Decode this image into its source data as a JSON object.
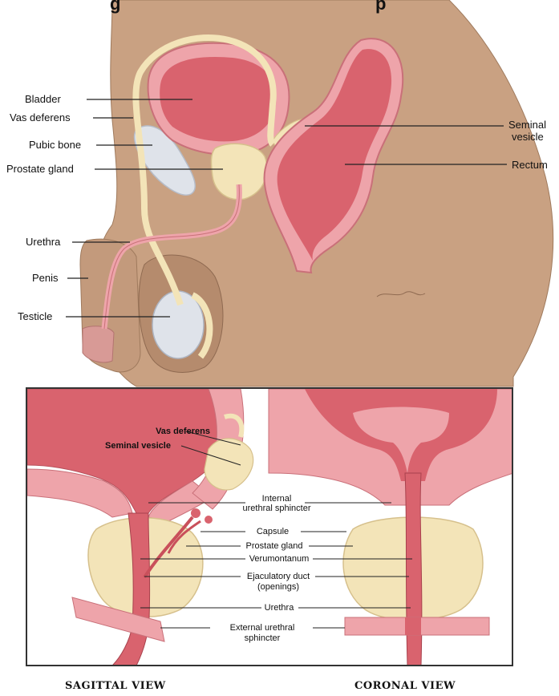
{
  "title_fragment": "g",
  "title_fragment_right": "p",
  "top_labels": {
    "bladder": "Bladder",
    "vas_deferens": "Vas deferens",
    "pubic_bone": "Pubic bone",
    "prostate_gland": "Prostate gland",
    "urethra": "Urethra",
    "penis": "Penis",
    "testicle": "Testicle",
    "seminal_vesicle_line1": "Seminal",
    "seminal_vesicle_line2": "vesicle",
    "rectum": "Rectum"
  },
  "inset_labels": {
    "vas_deferens": "Vas deferens",
    "seminal_vesicle": "Seminal vesicle",
    "internal_sphincter_line1": "Internal",
    "internal_sphincter_line2": "urethral sphincter",
    "capsule": "Capsule",
    "prostate_gland": "Prostate gland",
    "verumontanum": "Verumontanum",
    "ejaculatory_duct_line1": "Ejaculatory duct",
    "ejaculatory_duct_line2": "(openings)",
    "urethra": "Urethra",
    "external_sphincter_line1": "External urethral",
    "external_sphincter_line2": "sphincter"
  },
  "views": {
    "sagittal": "SAGITTAL VIEW",
    "coronal": "CORONAL VIEW"
  },
  "colors": {
    "skin": "#c9a182",
    "organ": "#d9636e",
    "organ_light": "#eea4aa",
    "cream": "#f3e4b8",
    "bone": "#dfe3ea"
  }
}
